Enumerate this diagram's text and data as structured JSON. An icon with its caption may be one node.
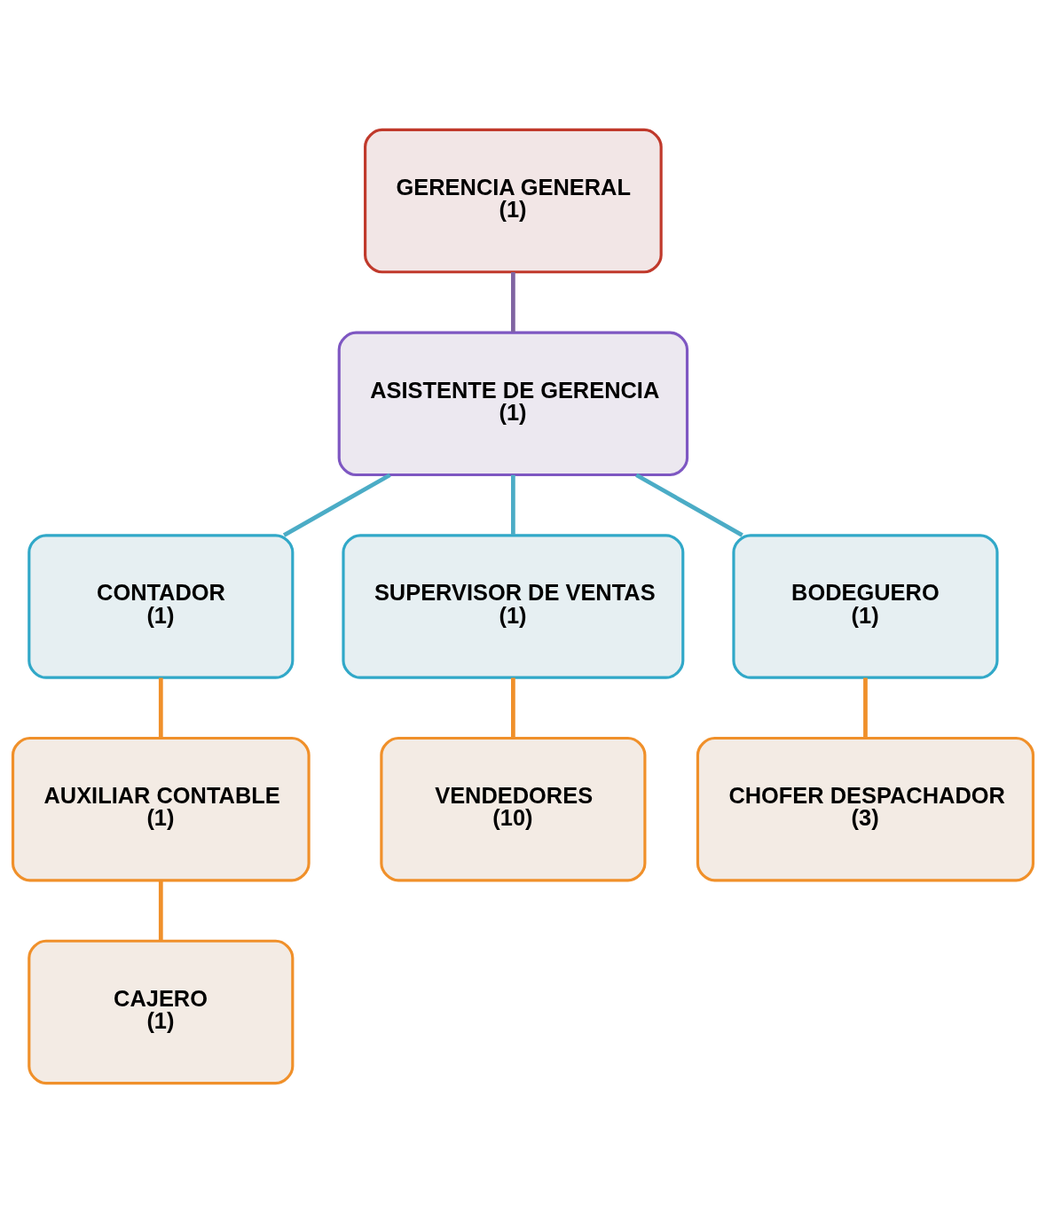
{
  "diagram": {
    "nodes": [
      {
        "text": [
          "GERENCIA GENERAL",
          "(1)"
        ]
      },
      {
        "text": [
          "ASISTENTE DE GERENCIA",
          "(1)"
        ]
      },
      {
        "text": [
          "CONTADOR",
          "(1)"
        ]
      },
      {
        "text": [
          "SUPERVISOR DE VENTAS",
          "(1)"
        ]
      },
      {
        "text": [
          "BODEGUERO",
          "(1)"
        ]
      },
      {
        "text": [
          "AUXILIAR CONTABLE",
          "(1)"
        ]
      },
      {
        "text": [
          "VENDEDORES",
          "(10)"
        ]
      },
      {
        "text": [
          "CHOFER DESPACHADOR",
          "(3)"
        ]
      },
      {
        "text": [
          "CAJERO",
          "(1)"
        ]
      }
    ],
    "edges": [
      {
        "from": 0,
        "to": 1,
        "arrow": "none",
        "color": "#8064a2"
      },
      {
        "from": 1,
        "to": 2,
        "arrow": "none",
        "color": "#4bacc6"
      },
      {
        "from": 1,
        "to": 3,
        "arrow": "none",
        "color": "#4bacc6"
      },
      {
        "from": 1,
        "to": 4,
        "arrow": "none",
        "color": "#4bacc6"
      },
      {
        "from": 2,
        "to": 5,
        "arrow": "none"
      },
      {
        "from": 3,
        "to": 6,
        "arrow": "none"
      },
      {
        "from": 4,
        "to": 7,
        "arrow": "none"
      },
      {
        "from": 5,
        "to": 8,
        "arrow": "none"
      }
    ]
  }
}
